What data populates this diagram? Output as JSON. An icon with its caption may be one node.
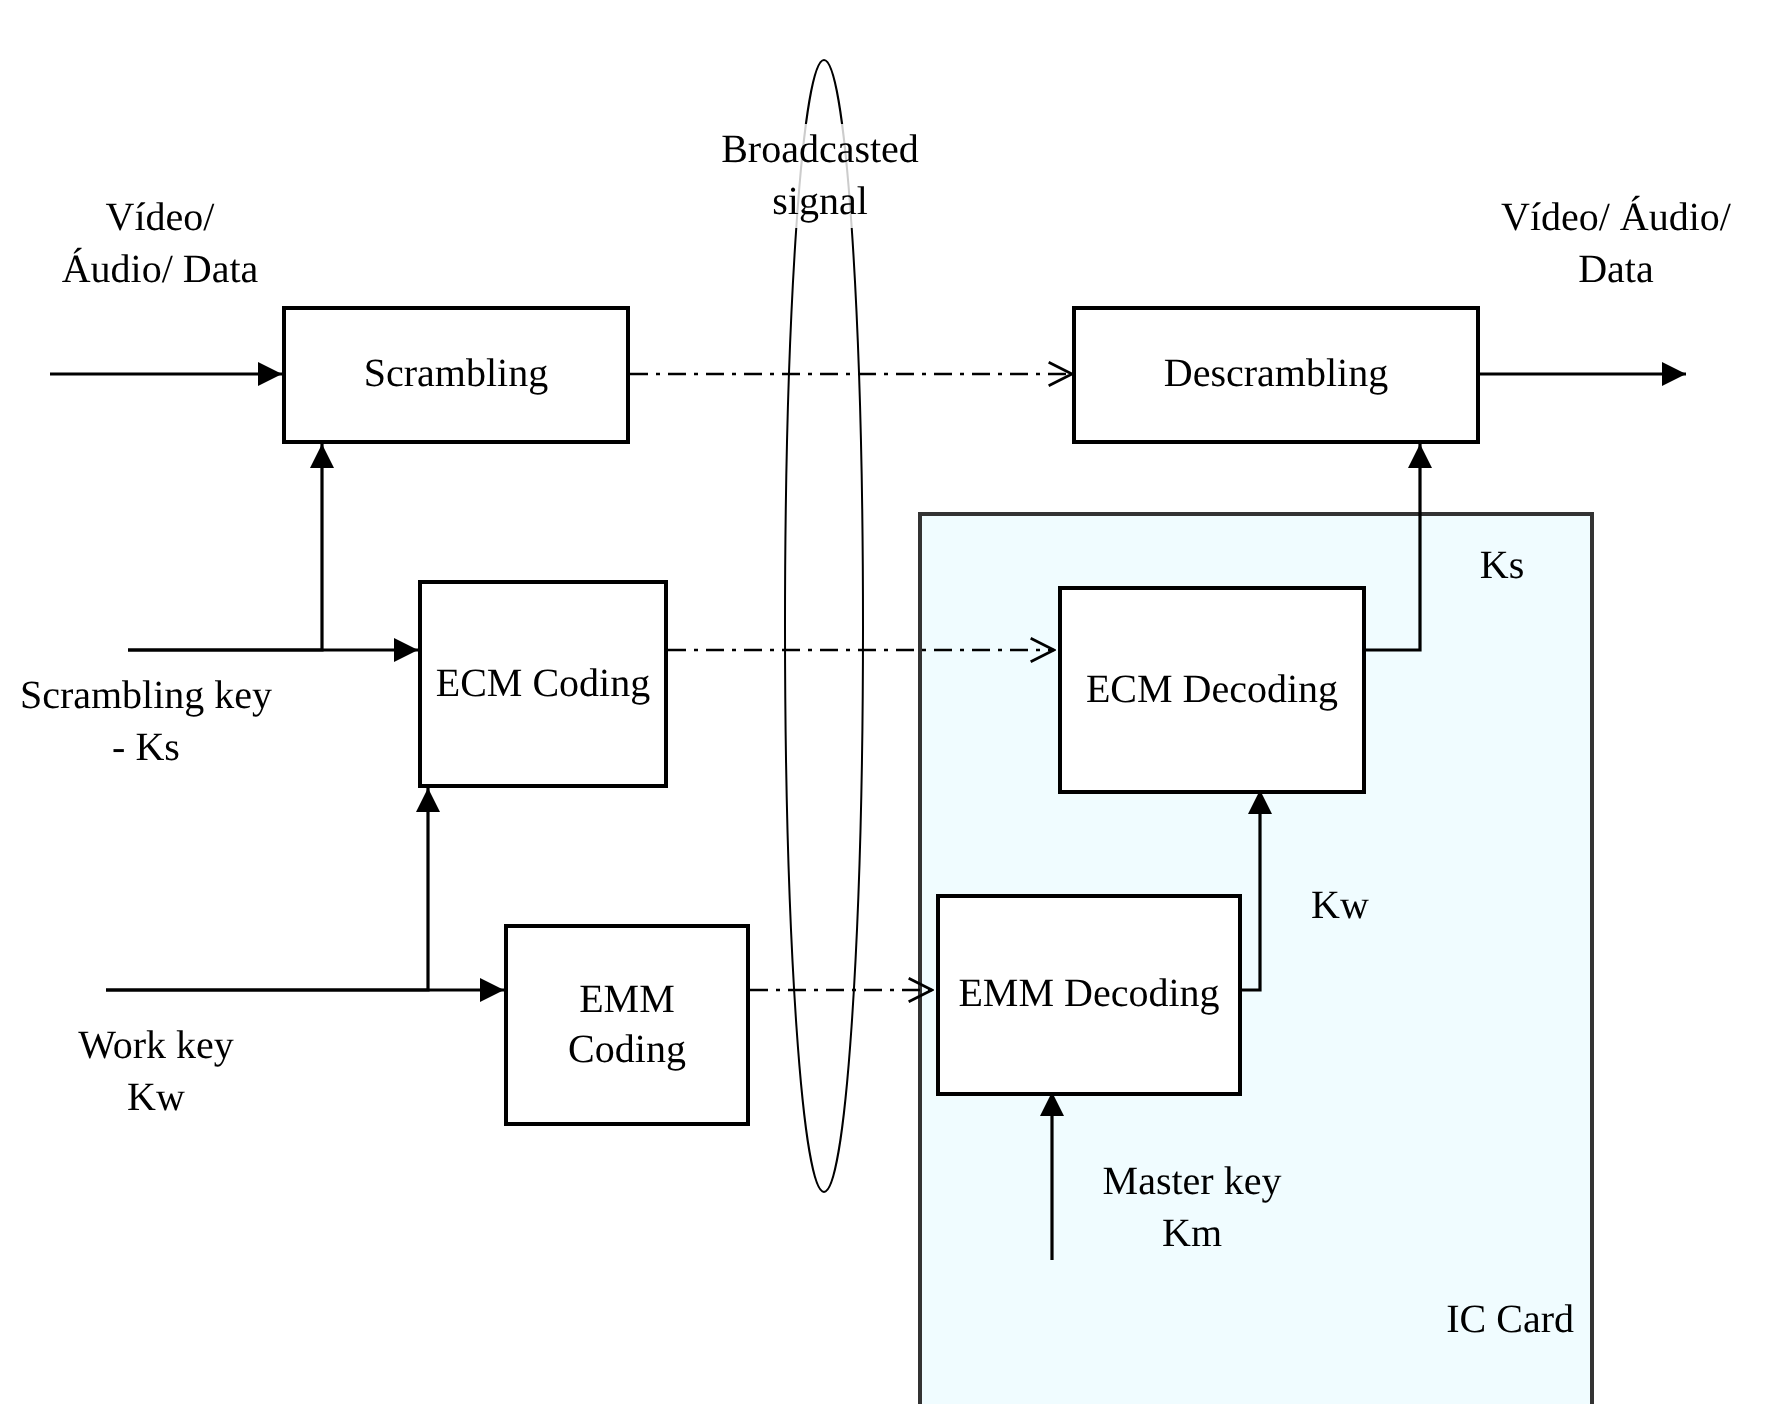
{
  "diagram": {
    "nodes": [
      {
        "text": [
          "Scrambling"
        ]
      },
      {
        "text": [
          "Descrambling"
        ]
      },
      {
        "text": [
          "ECM Coding"
        ]
      },
      {
        "text": [
          "IC Card"
        ]
      },
      {
        "text": [
          "ECM Decoding"
        ],
        "in": 3
      },
      {
        "text": [
          "EMM Coding"
        ]
      },
      {
        "text": [
          "EMM Decoding"
        ],
        "in": 3
      }
    ],
    "edges": [
      {
        "from": null,
        "to": 0,
        "arrow": "to"
      },
      {
        "from": 0,
        "to": 1,
        "arrow": "to",
        "style": "dashed"
      },
      {
        "from": 1,
        "to": null,
        "arrow": "to"
      },
      {
        "from": null,
        "to": 0,
        "arrow": "to"
      },
      {
        "from": null,
        "to": 2,
        "arrow": "to"
      },
      {
        "from": 2,
        "to": 4,
        "arrow": "to",
        "style": "dashed"
      },
      {
        "from": 4,
        "to": 1,
        "arrow": "to",
        "label": "Ks"
      },
      {
        "from": null,
        "to": 2,
        "arrow": "to"
      },
      {
        "from": null,
        "to": 5,
        "arrow": "to"
      },
      {
        "from": 5,
        "to": 6,
        "arrow": "to",
        "style": "dashed"
      },
      {
        "from": 6,
        "to": 4,
        "arrow": "to",
        "label": "Kw"
      },
      {
        "from": null,
        "to": 6,
        "arrow": "to",
        "label": "Master key Km"
      }
    ],
    "labels": [
      "Broadcasted signal",
      "Vídeo/ Áudio/ Data",
      "Vídeo/ Áudio/ Data",
      "Scrambling key - Ks",
      "Work key Kw"
    ]
  }
}
